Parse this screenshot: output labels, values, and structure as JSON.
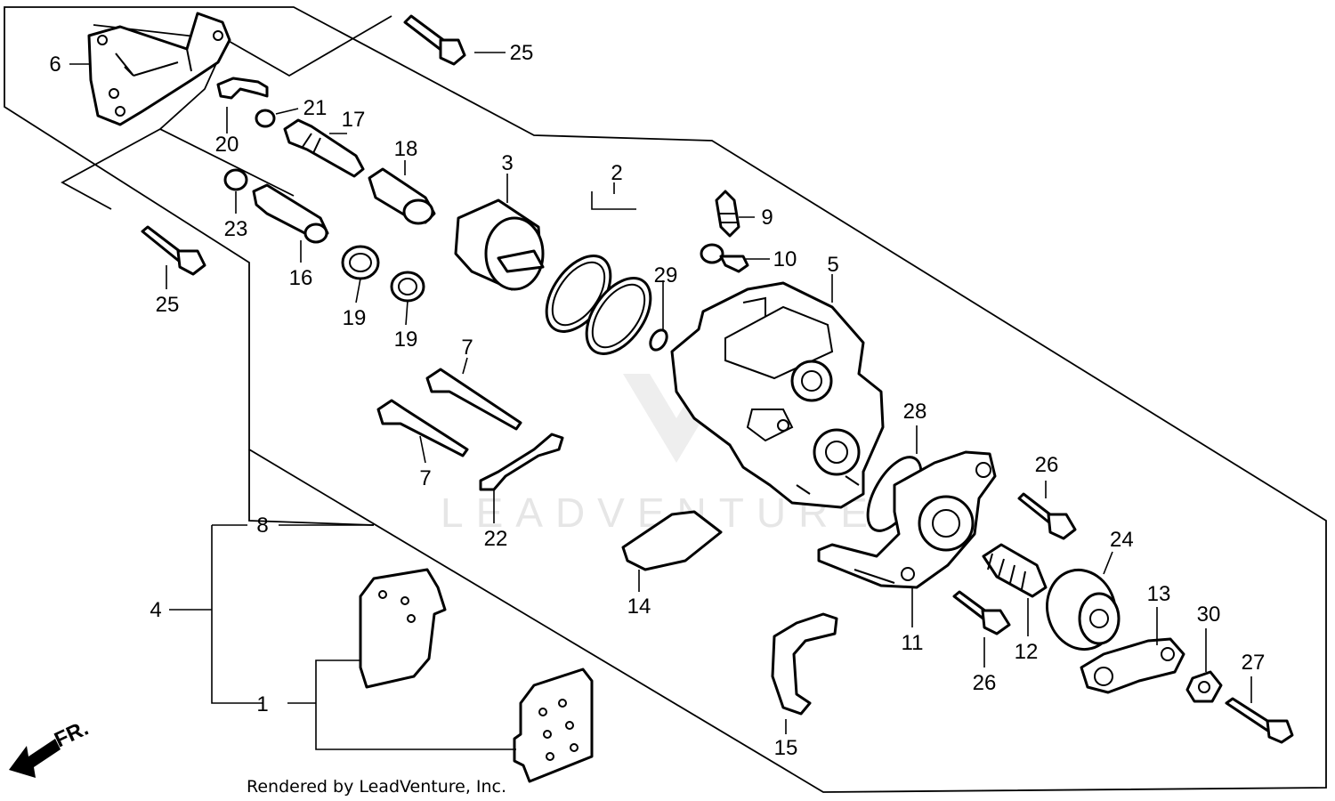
{
  "diagram": {
    "watermark": "LEADVENTURE",
    "credit": "Rendered by LeadVenture, Inc.",
    "direction_label": "FR.",
    "callouts": {
      "c1": "1",
      "c2": "2",
      "c3": "3",
      "c4": "4",
      "c5": "5",
      "c6": "6",
      "c7a": "7",
      "c7b": "7",
      "c8": "8",
      "c9": "9",
      "c10": "10",
      "c11": "11",
      "c12": "12",
      "c13": "13",
      "c14": "14",
      "c15": "15",
      "c16": "16",
      "c17": "17",
      "c18": "18",
      "c19a": "19",
      "c19b": "19",
      "c20": "20",
      "c21": "21",
      "c22": "22",
      "c23": "23",
      "c24": "24",
      "c25a": "25",
      "c25b": "25",
      "c26a": "26",
      "c26b": "26",
      "c27": "27",
      "c28": "28",
      "c29": "29",
      "c30": "30"
    }
  }
}
